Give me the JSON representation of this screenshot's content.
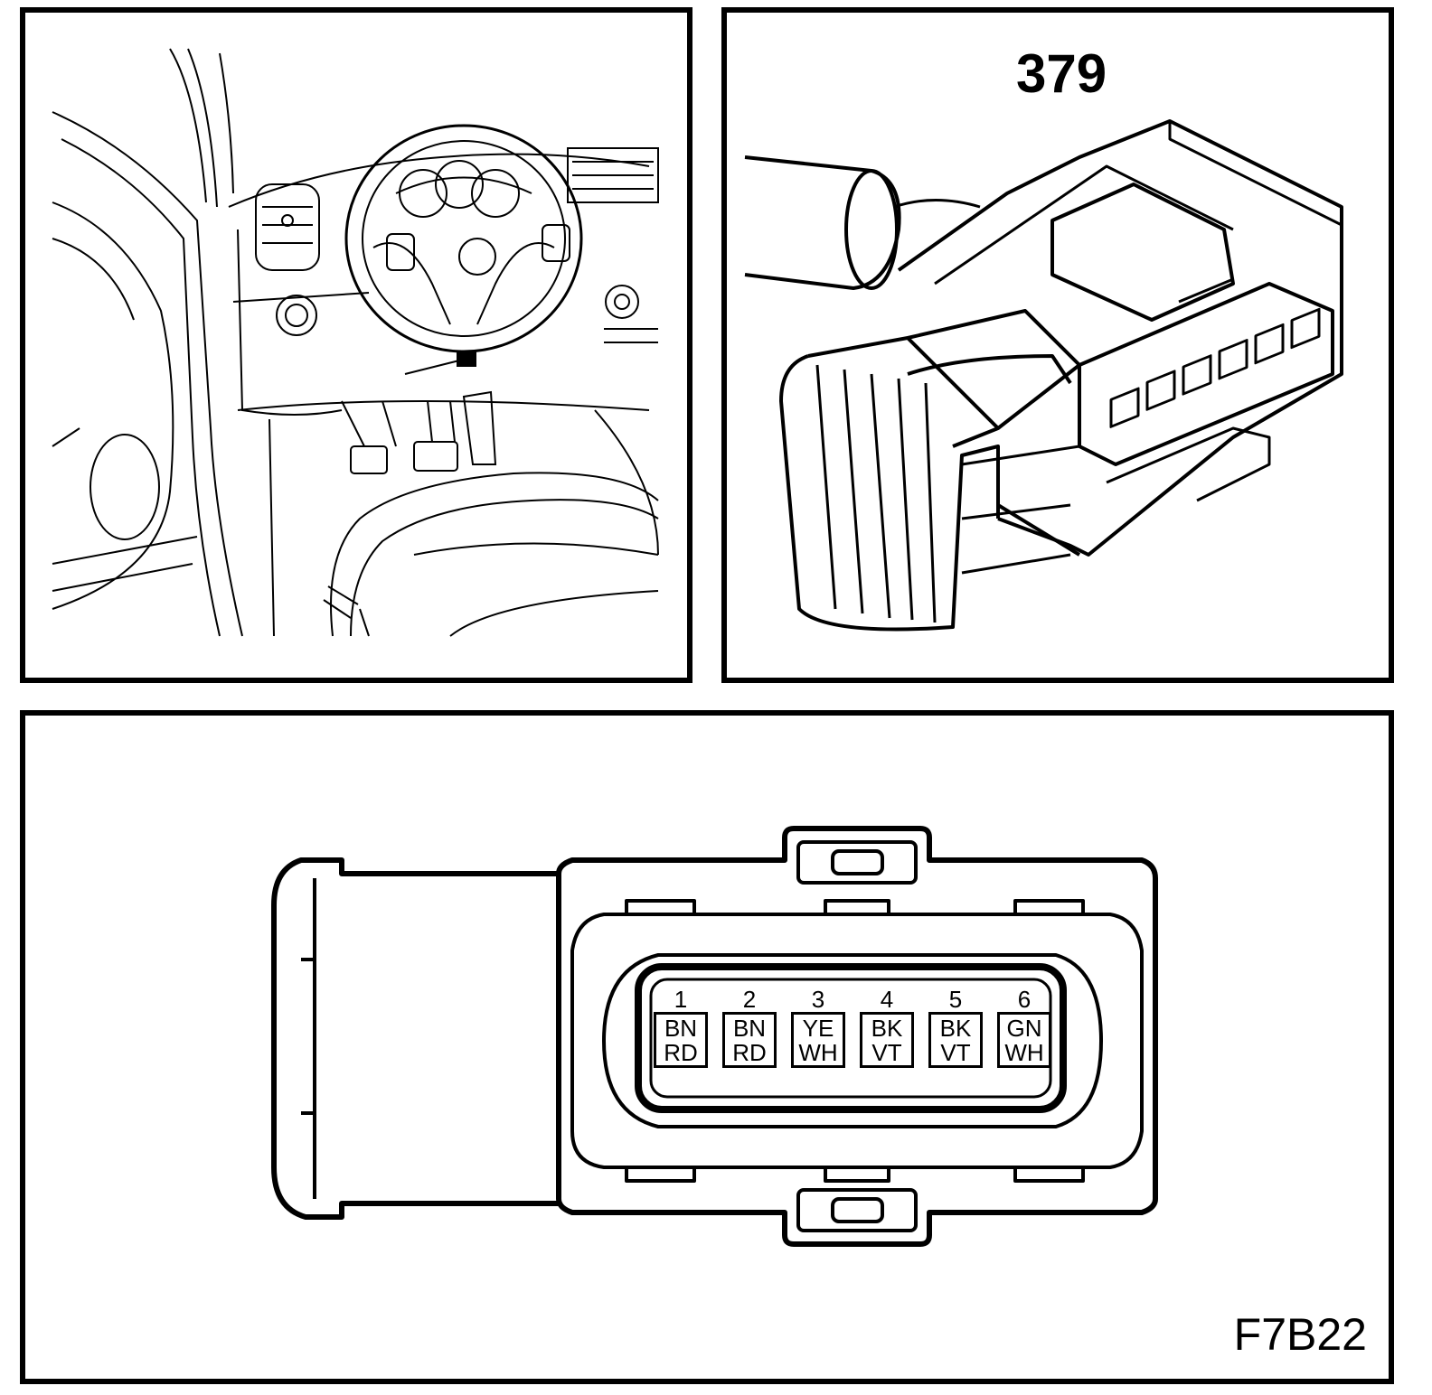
{
  "connector": {
    "number": "379"
  },
  "figure": {
    "code": "F7B22"
  },
  "pins": [
    {
      "num": "1",
      "c1": "BN",
      "c2": "RD"
    },
    {
      "num": "2",
      "c1": "BN",
      "c2": "RD"
    },
    {
      "num": "3",
      "c1": "YE",
      "c2": "WH"
    },
    {
      "num": "4",
      "c1": "BK",
      "c2": "VT"
    },
    {
      "num": "5",
      "c1": "BK",
      "c2": "VT"
    },
    {
      "num": "6",
      "c1": "GN",
      "c2": "WH"
    }
  ]
}
